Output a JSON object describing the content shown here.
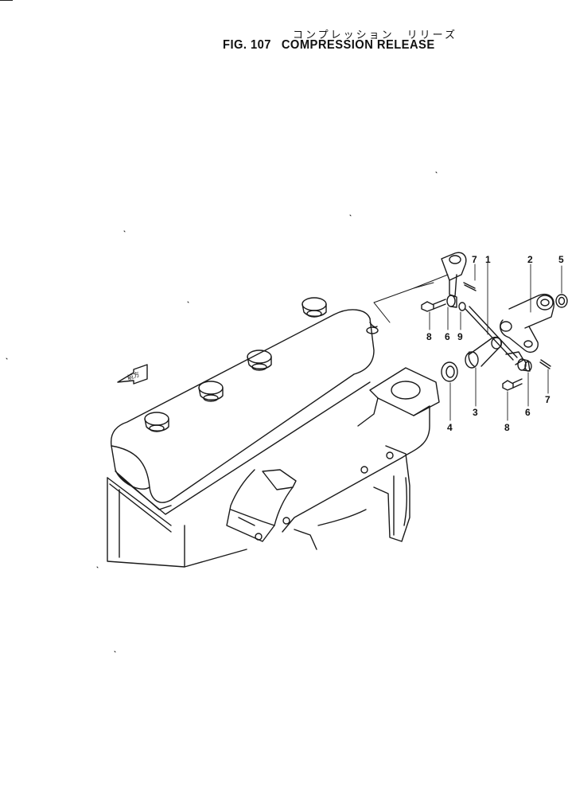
{
  "header": {
    "title_jp": "コンプレッション　リリーズ",
    "fig_number": "FIG. 107",
    "title_en": "COMPRESSION  RELEASE"
  },
  "direction_tag": {
    "text": "前方"
  },
  "callouts": [
    {
      "id": "c7a",
      "text": "7"
    },
    {
      "id": "c1",
      "text": "1"
    },
    {
      "id": "c2",
      "text": "2"
    },
    {
      "id": "c5",
      "text": "5"
    },
    {
      "id": "c8a",
      "text": "8"
    },
    {
      "id": "c6a",
      "text": "6"
    },
    {
      "id": "c9",
      "text": "9"
    },
    {
      "id": "c3",
      "text": "3"
    },
    {
      "id": "c4",
      "text": "4"
    },
    {
      "id": "c8b",
      "text": "8"
    },
    {
      "id": "c6b",
      "text": "6"
    },
    {
      "id": "c7b",
      "text": "7"
    }
  ]
}
